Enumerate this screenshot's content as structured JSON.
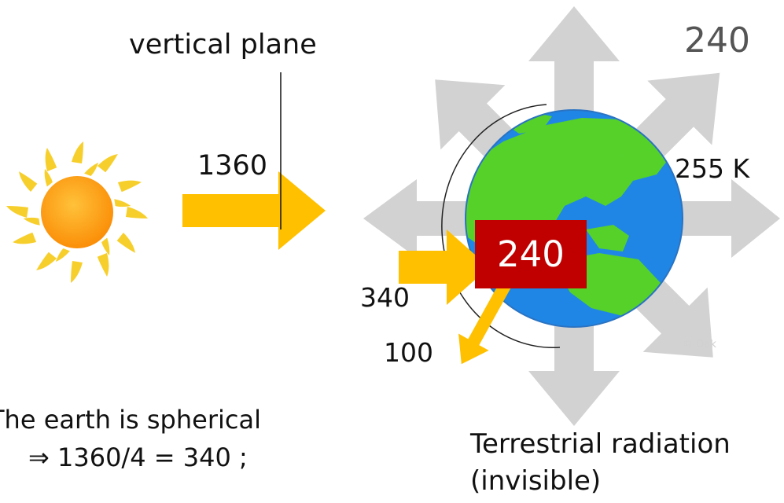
{
  "title": "vertical plane",
  "solar_constant": "1360",
  "outgoing_top": "240",
  "temperature": "255 K",
  "absorbed": "240",
  "incoming": "340",
  "reflected": "100",
  "note": {
    "line1": "The earth is spherical",
    "line2": "⇒  1360/4  = 340 ;"
  },
  "terrestrial": {
    "line1": "Terrestrial radiation",
    "line2": "(invisible)"
  },
  "watermark": "© Oak",
  "colors": {
    "sun_rays": "#f7cf2c",
    "sun_core": "#fb9a0e",
    "solar_arrow": "#ffc000",
    "terrestrial_arrow": "#d0d0d0",
    "ocean": "#1f86e6",
    "land": "#55d12a",
    "box": "#c00000"
  },
  "icons": [
    "sun-icon",
    "earth-globe-icon"
  ]
}
